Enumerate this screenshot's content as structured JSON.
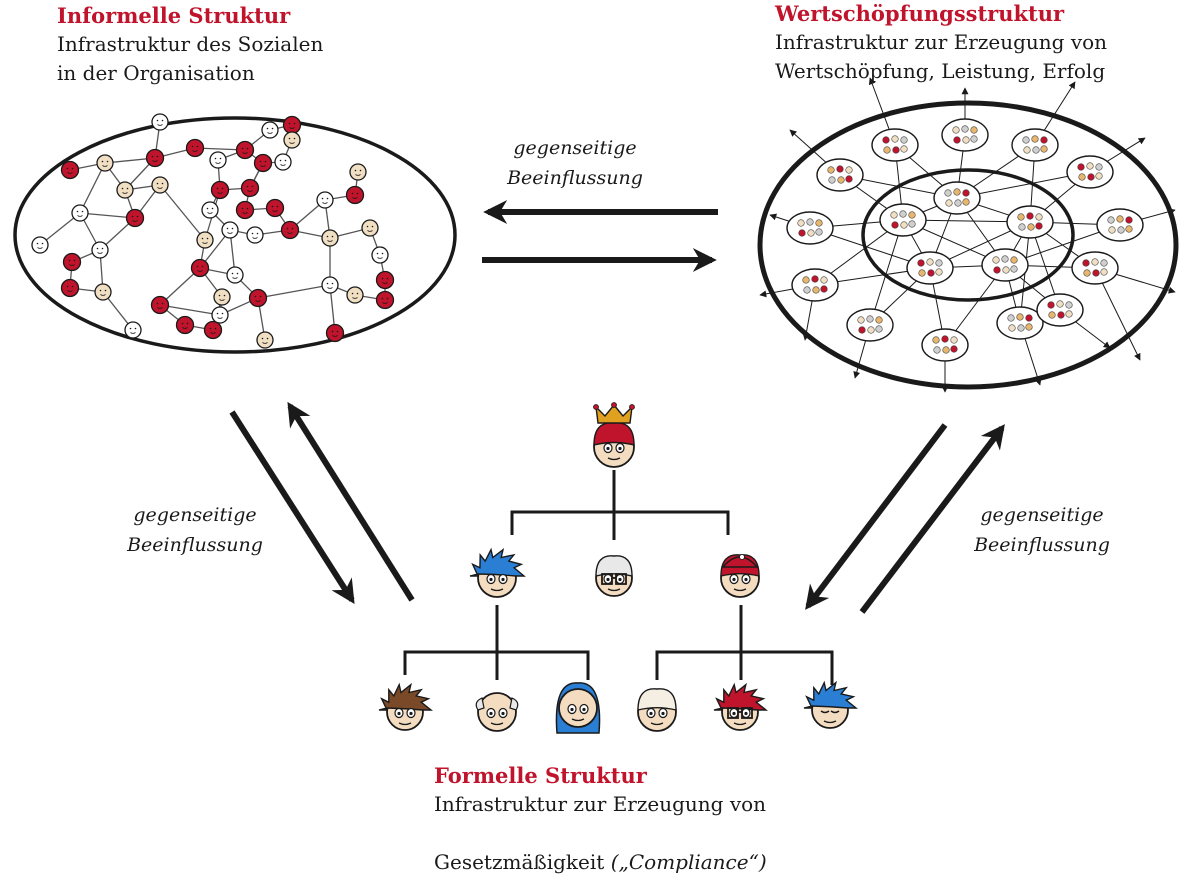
{
  "informal": {
    "title": "Informelle Struktur",
    "desc_line1": "Infrastruktur des Sozialen",
    "desc_line2": "in der Organisation"
  },
  "value": {
    "title": "Wertschöpfungsstruktur",
    "desc_line1": "Infrastruktur zur Erzeugung von",
    "desc_line2": "Wertschöpfung, Leistung, Erfolg"
  },
  "formal": {
    "title": "Formelle Struktur",
    "desc_line1": "Infrastruktur zur Erzeugung von",
    "desc_line2_plain": "Gesetzmäßigkeit ",
    "desc_line2_italic": "(„Compliance“)"
  },
  "influence_top": {
    "line1": "gegenseitige",
    "line2": "Beeinflussung"
  },
  "influence_left": {
    "line1": "gegenseitige",
    "line2": "Beeinflussung"
  },
  "influence_right": {
    "line1": "gegenseitige",
    "line2": "Beeinflussung"
  },
  "colors": {
    "accent_red": "#c0142c",
    "node_cream": "#f1dfc3",
    "ink": "#1a1a1a",
    "hair_blue": "#2a7fd4",
    "hair_red": "#d42a2a",
    "crown_gold": "#e0a020"
  }
}
